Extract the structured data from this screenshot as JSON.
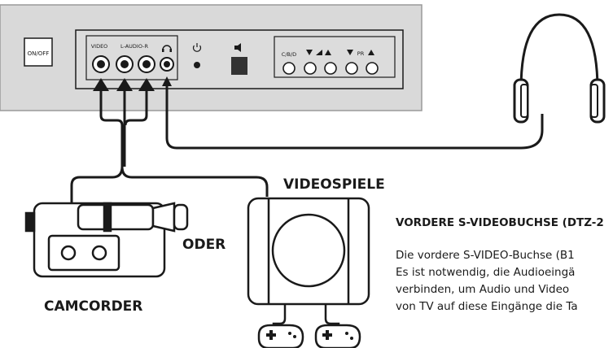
{
  "tv_panel": {
    "onoff_label": "ON/OFF",
    "jack_labels": {
      "video": "VIDEO",
      "audio": "L-AUDIO-R"
    },
    "control_label": "C/B/D",
    "pr_label": "PR"
  },
  "devices": {
    "videospiele_label": "VIDEOSPIELE",
    "oder_label": "ODER",
    "camcorder_label": "CAMCORDER"
  },
  "info": {
    "heading": "VORDERE S-VIDEOBUCHSE (DTZ-2",
    "lines": [
      "Die vordere S-VIDEO-Buchse (B1",
      "Es ist notwendig, die Audioeingä",
      "verbinden, um Audio und Video",
      "von TV auf diese Eingänge die Ta"
    ]
  },
  "colors": {
    "panel_fill": "#d9d9d9",
    "panel_border": "#9a9a9a",
    "line": "#1a1a1a"
  }
}
